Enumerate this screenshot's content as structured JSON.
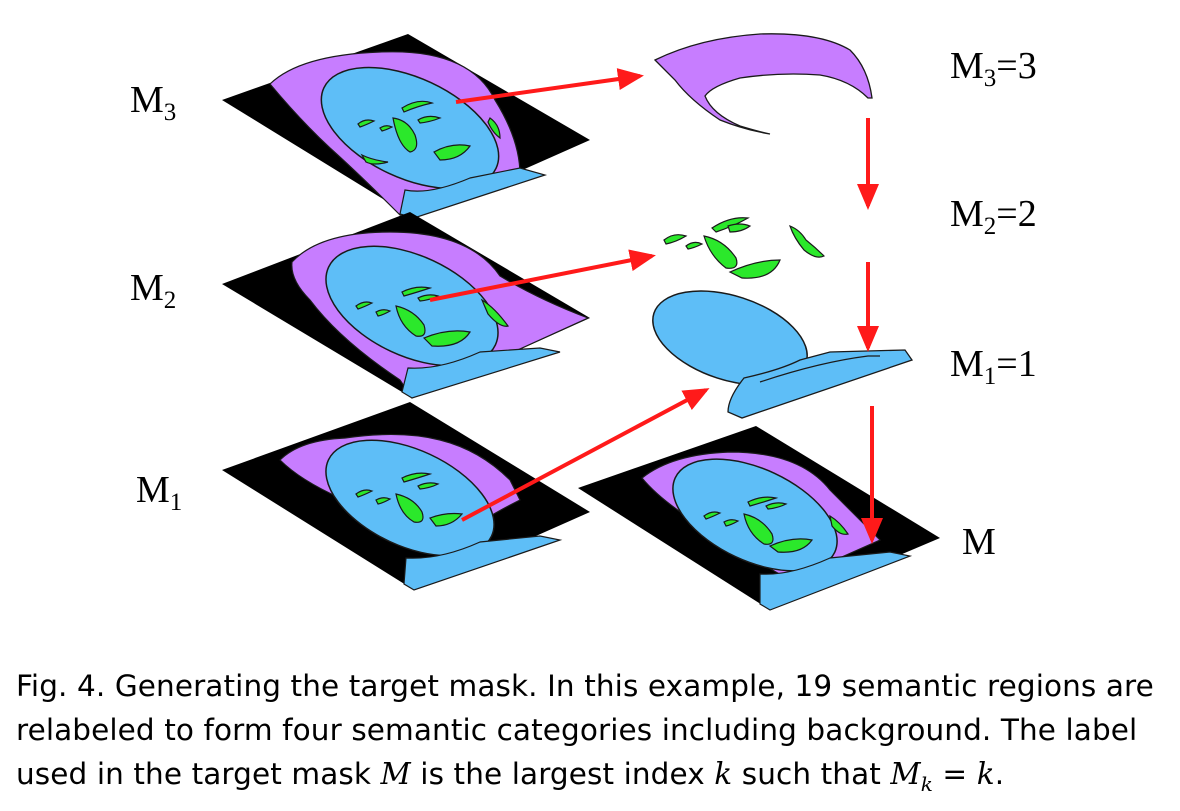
{
  "labels": {
    "left": [
      {
        "base": "M",
        "sub": "3"
      },
      {
        "base": "M",
        "sub": "2"
      },
      {
        "base": "M",
        "sub": "1"
      }
    ],
    "right": [
      {
        "base": "M",
        "sub": "3",
        "value": "=3"
      },
      {
        "base": "M",
        "sub": "2",
        "value": "=2"
      },
      {
        "base": "M",
        "sub": "1",
        "value": "=1"
      },
      {
        "base": "M",
        "sub": "",
        "value": ""
      }
    ]
  },
  "caption": {
    "p1": "Fig. 4.  Generating the target mask. In this example, 19 semantic regions are relabeled to form four semantic categories including background. The label used in the target mask ",
    "var_m": "M",
    "p2": " is the largest index ",
    "var_k": "k",
    "p3": " such that ",
    "var_mk": "M",
    "var_mk_sub": "k",
    "eq": " = ",
    "var_k2": "k",
    "end": "."
  },
  "colors": {
    "background_region": "#000000",
    "hair": "#c77dff",
    "skin": "#5ebef7",
    "features": "#2be82b",
    "arrow": "#ff1a1a",
    "outline": "#1a1a1a"
  }
}
